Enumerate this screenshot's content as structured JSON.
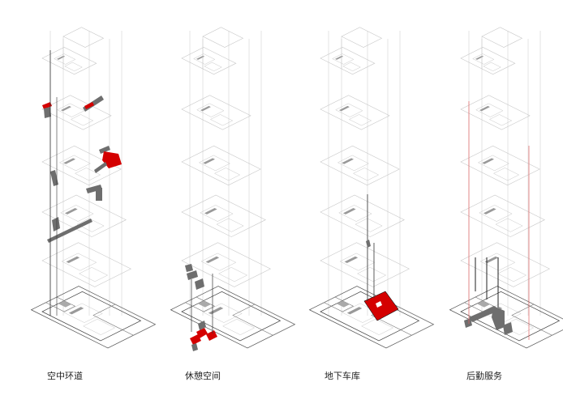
{
  "panels": [
    {
      "id": "p1",
      "caption": "空中环道",
      "highlight": "sky-ring-road"
    },
    {
      "id": "p2",
      "caption": "休憩空间",
      "highlight": "rest-space"
    },
    {
      "id": "p3",
      "caption": "地下车库",
      "highlight": "underground-garage"
    },
    {
      "id": "p4",
      "caption": "后勤服务",
      "highlight": "logistics-service"
    }
  ],
  "colors": {
    "line": "#c8c8c8",
    "line_dark": "#555555",
    "accent": "#d40000",
    "fill_dark": "#6e6e6e",
    "red_line": "#e06060"
  }
}
